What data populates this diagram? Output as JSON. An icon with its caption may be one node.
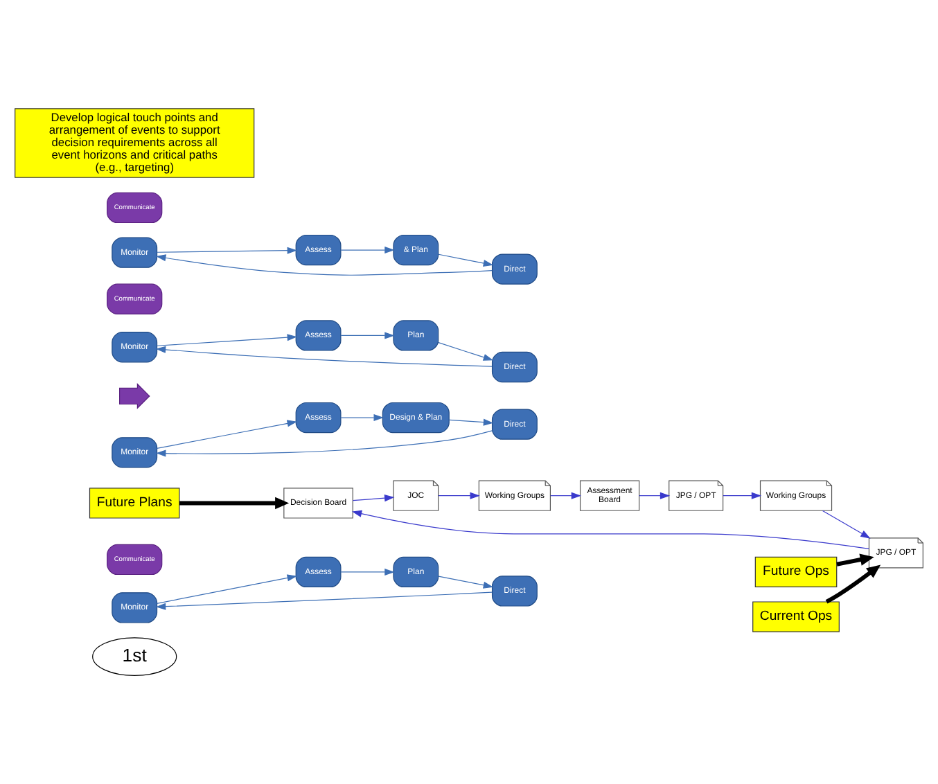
{
  "diagram": {
    "nodes": [
      {
        "text": [
          "1st"
        ]
      },
      {
        "text": [
          "Monitor"
        ]
      },
      {
        "text": [
          "Direct"
        ]
      },
      {
        "text": [
          "Communicate"
        ]
      },
      {
        "text": [
          "Assess"
        ]
      },
      {
        "text": [
          "Future Plans"
        ]
      },
      {
        "text": [
          "Plan"
        ]
      },
      {
        "text": [
          "JOC"
        ]
      },
      {
        "text": [
          "Working Groups"
        ]
      },
      {
        "text": [
          "Decision Board"
        ]
      },
      {
        "text": [
          "Assessment Board"
        ]
      },
      {
        "text": [
          "Monitor"
        ]
      },
      {
        "text": [
          "Direct"
        ]
      },
      {
        "text": [],
        "shape": "arrow"
      },
      {
        "text": [
          "Assess"
        ]
      },
      {
        "text": [
          "Design & Plan"
        ]
      },
      {
        "text": [
          "JPG / OPT"
        ]
      },
      {
        "text": [
          "JPG / OPT"
        ]
      },
      {
        "text": [
          "Working Groups"
        ]
      },
      {
        "text": [
          "Monitor"
        ]
      },
      {
        "text": [
          "Direct"
        ]
      },
      {
        "text": [
          "Communicate"
        ]
      },
      {
        "text": [
          "Assess"
        ]
      },
      {
        "text": [
          "Future Ops"
        ]
      },
      {
        "text": [
          "Plan"
        ]
      },
      {
        "text": [
          "Monitor"
        ]
      },
      {
        "text": [
          "Direct"
        ]
      },
      {
        "text": [
          "Communicate"
        ]
      },
      {
        "text": [
          "Assess"
        ]
      },
      {
        "text": [
          "Current Ops"
        ]
      },
      {
        "text": [
          "& Plan"
        ]
      },
      {
        "text": [
          "Develop logical touch points and arrangement of events to support decision requirements across all event horizons and critical paths (e.g., targeting)"
        ]
      }
    ],
    "edges": [
      {
        "from": 2,
        "to": 1,
        "arrow": "to"
      },
      {
        "from": 1,
        "to": 4,
        "arrow": "to"
      },
      {
        "from": 4,
        "to": 6,
        "arrow": "to"
      },
      {
        "from": 6,
        "to": 2,
        "arrow": "to"
      },
      {
        "from": 9,
        "to": 7,
        "arrow": "to",
        "color": "#3a3acc"
      },
      {
        "from": 7,
        "to": 8,
        "arrow": "to",
        "color": "#3a3acc"
      },
      {
        "from": 8,
        "to": 10,
        "arrow": "to",
        "color": "#3a3acc"
      },
      {
        "from": 10,
        "to": 17,
        "arrow": "to",
        "color": "#3a3acc"
      },
      {
        "from": 17,
        "to": 18,
        "arrow": "to",
        "color": "#3a3acc"
      },
      {
        "from": 18,
        "to": 16,
        "arrow": "to",
        "color": "#3a3acc"
      },
      {
        "from": 16,
        "to": 9,
        "arrow": "to",
        "color": "#3a3acc"
      },
      {
        "from": 11,
        "to": 14,
        "arrow": "to"
      },
      {
        "from": 14,
        "to": 15,
        "arrow": "to"
      },
      {
        "from": 15,
        "to": 12,
        "arrow": "to"
      },
      {
        "from": 12,
        "to": 11,
        "arrow": "to"
      },
      {
        "from": 20,
        "to": 19,
        "arrow": "to"
      },
      {
        "from": 19,
        "to": 22,
        "arrow": "to"
      },
      {
        "from": 22,
        "to": 24,
        "arrow": "to"
      },
      {
        "from": 24,
        "to": 20,
        "arrow": "to"
      },
      {
        "from": 26,
        "to": 25,
        "arrow": "to"
      },
      {
        "from": 25,
        "to": 28,
        "arrow": "to"
      },
      {
        "from": 28,
        "to": 30,
        "arrow": "to"
      },
      {
        "from": 30,
        "to": 26,
        "arrow": "to"
      },
      {
        "from": 5,
        "to": 9,
        "arrow": "to",
        "style": "thick",
        "color": "#000000"
      },
      {
        "from": 23,
        "to": 16,
        "arrow": "to",
        "style": "thick",
        "color": "#000000"
      },
      {
        "from": 29,
        "to": 16,
        "arrow": "to",
        "style": "thick",
        "color": "#000000"
      }
    ]
  }
}
